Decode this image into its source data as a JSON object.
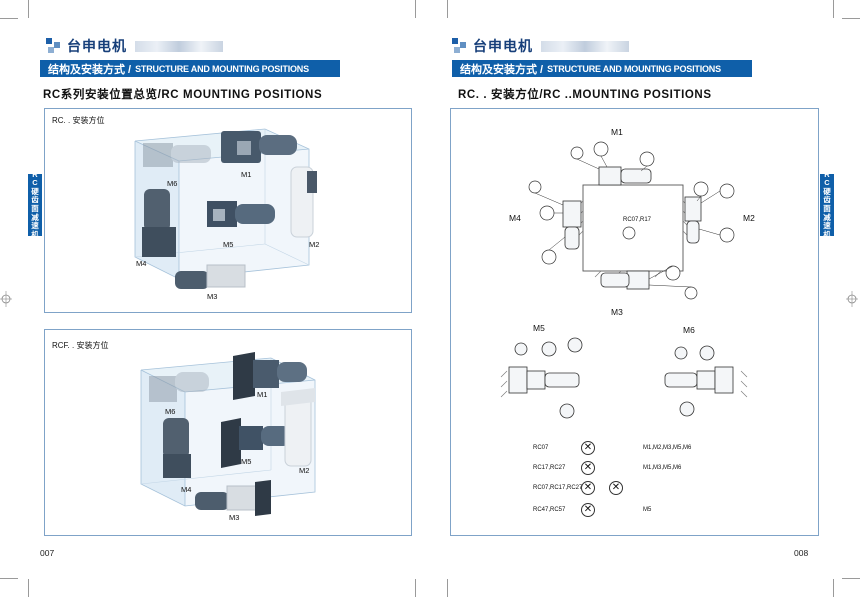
{
  "brand": {
    "name": "台申电机"
  },
  "left": {
    "section_title_cn": "结构及安装方式 /",
    "section_title_en": "STRUCTURE AND MOUNTING POSITIONS",
    "subtitle": "RC系列安装位置总览/RC MOUNTING POSITIONS",
    "side_tab": [
      "R",
      "C",
      "硬",
      "齿",
      "面",
      "减",
      "速",
      "机"
    ],
    "panel1": {
      "label": "RC. . 安装方位",
      "positions": {
        "m1": "M1",
        "m2": "M2",
        "m3": "M3",
        "m4": "M4",
        "m5": "M5",
        "m6": "M6"
      }
    },
    "panel2": {
      "label": "RCF. . 安装方位",
      "positions": {
        "m1": "M1",
        "m2": "M2",
        "m3": "M3",
        "m4": "M4",
        "m5": "M5",
        "m6": "M6"
      }
    },
    "page_number": "007"
  },
  "right": {
    "section_title_cn": "结构及安装方式 /",
    "section_title_en": "STRUCTURE AND MOUNTING POSITIONS",
    "subtitle": "RC. . 安装方位/RC ..MOUNTING POSITIONS",
    "side_tab": [
      "R",
      "C",
      "硬",
      "齿",
      "面",
      "减",
      "速",
      "机"
    ],
    "diagram": {
      "m1": "M1",
      "m2": "M2",
      "m3": "M3",
      "m4": "M4",
      "m5": "M5",
      "m6": "M6",
      "center_label": "RC07,R17"
    },
    "legend": [
      {
        "model": "RC07",
        "positions": "M1,M2,M3,M5,M6"
      },
      {
        "model": "RC17,RC27",
        "positions": "M1,M3,M5,M6"
      },
      {
        "model": "RC07,RC17,RC27",
        "positions": ""
      },
      {
        "model": "RC47,RC57",
        "positions": "M5"
      }
    ],
    "page_number": "008"
  },
  "colors": {
    "accent_blue": "#0f5fa9",
    "brand_text": "#173f7a",
    "panel_border": "#7fa3c8",
    "motor_gray": "#4a5a6a"
  }
}
